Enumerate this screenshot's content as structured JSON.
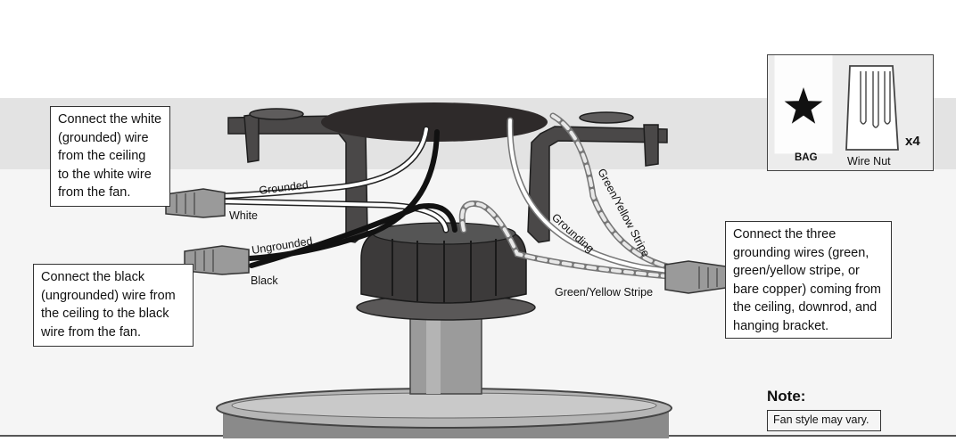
{
  "callouts": {
    "white": [
      "Connect the white",
      "(grounded) wire",
      "from the ceiling",
      "to the white wire",
      "from the fan."
    ],
    "black": [
      "Connect the black",
      "(ungrounded) wire from",
      "the ceiling to the black",
      "wire from the fan."
    ],
    "ground": [
      "Connect the three",
      "grounding wires (green,",
      "green/yellow stripe, or",
      "bare copper) coming from",
      "the ceiling, downrod, and",
      "hanging bracket."
    ]
  },
  "wire_labels": {
    "grounded": "Grounded",
    "white": "White",
    "ungrounded": "Ungrounded",
    "black": "Black",
    "grounding": "Grounding",
    "green_yellow_stripe_upper": "Green/Yellow Stripe",
    "green_yellow_stripe_lower": "Green/Yellow Stripe"
  },
  "parts": {
    "bag_label": "BAG",
    "wire_nut_label": "Wire Nut",
    "quantity": "x4",
    "bag_icon": "star-icon"
  },
  "note": {
    "title": "Note:",
    "text": "Fan style may vary."
  },
  "colors": {
    "ceiling_band": "#e3e3e3",
    "floor_band": "#f5f5f5",
    "wire_nut": "#9a9a9a",
    "dark_part": "#3c3a3a"
  }
}
